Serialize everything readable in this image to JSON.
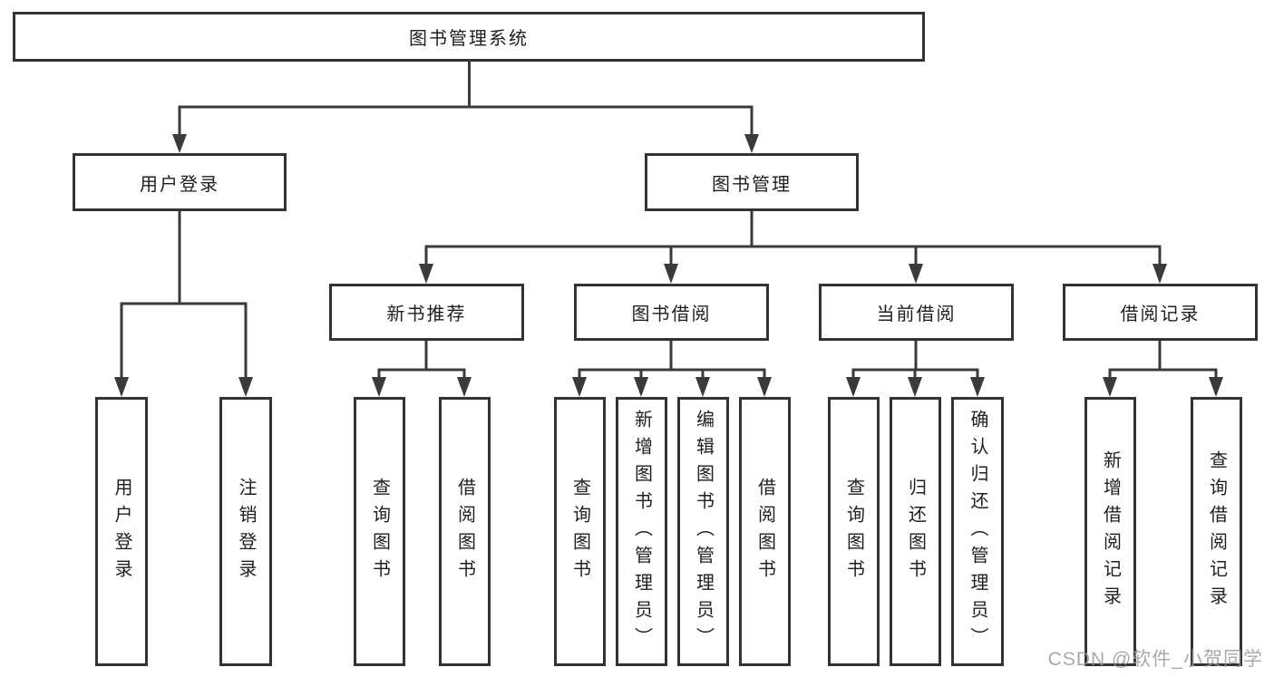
{
  "diagram": {
    "root": {
      "label": "图书管理系统"
    },
    "branches": [
      {
        "label": "用户登录",
        "children": [
          {
            "label": "用户登录"
          },
          {
            "label": "注销登录"
          }
        ]
      },
      {
        "label": "图书管理",
        "children": [
          {
            "label": "新书推荐",
            "children": [
              {
                "label": "查询图书"
              },
              {
                "label": "借阅图书"
              }
            ]
          },
          {
            "label": "图书借阅",
            "children": [
              {
                "label": "查询图书"
              },
              {
                "label": "新增图书（管理员）"
              },
              {
                "label": "编辑图书（管理员）"
              },
              {
                "label": "借阅图书"
              }
            ]
          },
          {
            "label": "当前借阅",
            "children": [
              {
                "label": "查询图书"
              },
              {
                "label": "归还图书"
              },
              {
                "label": "确认归还（管理员）"
              }
            ]
          },
          {
            "label": "借阅记录",
            "children": [
              {
                "label": "新增借阅记录"
              },
              {
                "label": "查询借阅记录"
              }
            ]
          }
        ]
      }
    ]
  },
  "watermark": {
    "text": "CSDN @软件_小贺同学"
  },
  "colors": {
    "line": "#3a3a3a",
    "box_border": "#333333",
    "box_fill": "#ffffff",
    "text": "#1f1f1f",
    "watermark": "#9b9b9b",
    "background": "#ffffff"
  }
}
